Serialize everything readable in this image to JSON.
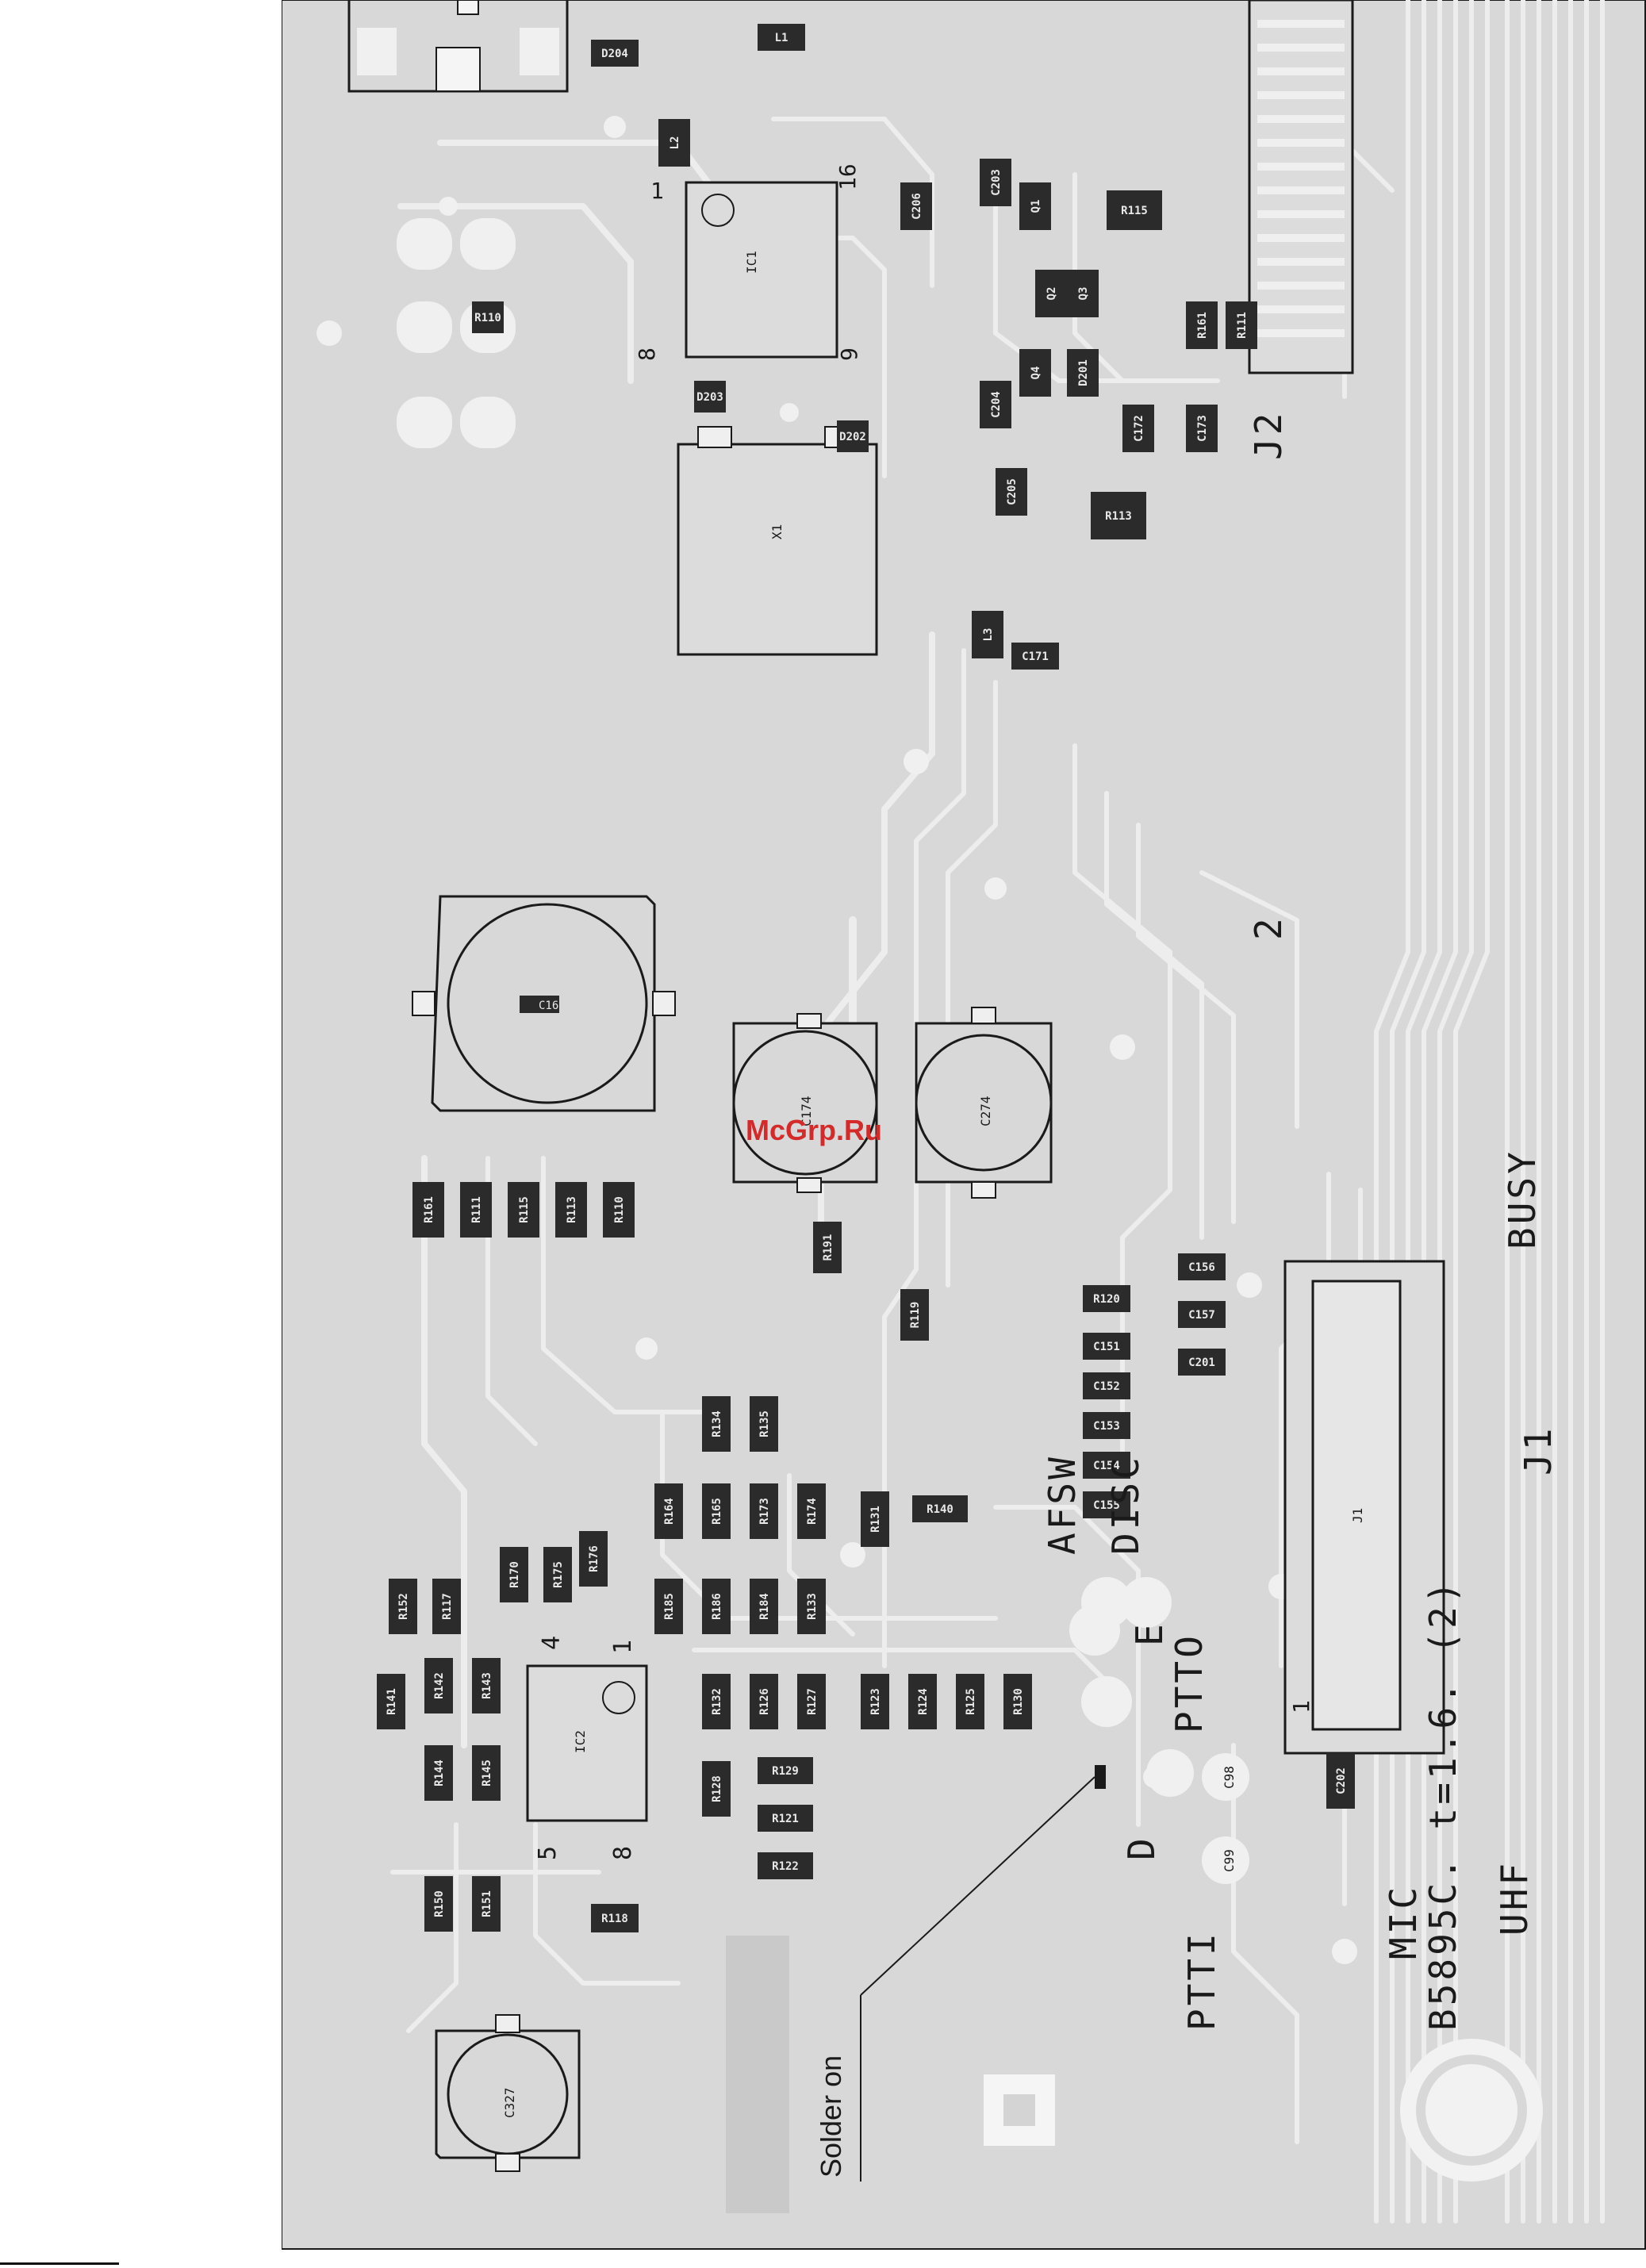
{
  "board": {
    "label_vertical": "B5895C. t=1.6. (2)",
    "uhf": "UHF",
    "mic": "MIC",
    "ptti": "PTTI",
    "ptto": "PTTO",
    "disc": "DISC",
    "afsw": "AFSW",
    "busy": "BUSY",
    "d": "D",
    "e": "E",
    "j1": "J1",
    "j2": "J2",
    "two": "2",
    "solder_on": "Solder on",
    "ic1_pin1": "1",
    "ic1_pin16": "16",
    "ic1_pin8": "8",
    "ic1_pin9": "9",
    "ic2_pin4": "4",
    "ic2_pin1": "1",
    "ic2_pin5": "5",
    "ic2_pin8": "8",
    "j1_pin1": "1"
  },
  "components": {
    "ic1": "IC1",
    "ic2": "IC2",
    "x1": "X1",
    "j1_inner": "J1",
    "c174": "C174",
    "c274": "C274",
    "c327": "C327",
    "c16": "C16",
    "c98": "C98",
    "c99": "C99"
  },
  "smd_parts": [
    "R161",
    "R111",
    "R115",
    "R113",
    "R110",
    "R191",
    "R170",
    "R175",
    "R176",
    "R164",
    "R165",
    "R173",
    "R174",
    "R185",
    "R186",
    "R184",
    "R133",
    "R134",
    "R135",
    "R132",
    "R126",
    "R127",
    "R128",
    "R129",
    "R121",
    "R122",
    "R123",
    "R124",
    "R125",
    "R130",
    "R131",
    "R140",
    "R141",
    "R142",
    "R143",
    "R144",
    "R145",
    "R150",
    "R151",
    "R152",
    "R117",
    "R118",
    "R119",
    "R120",
    "C151",
    "C152",
    "C153",
    "C154",
    "C155",
    "C156",
    "C157",
    "C201",
    "C202",
    "C203",
    "C204",
    "C205",
    "C206",
    "Q1",
    "Q2",
    "Q3",
    "Q4",
    "D201",
    "D202",
    "D203",
    "D204",
    "L1",
    "L2",
    "L3",
    "C171",
    "C172",
    "C173"
  ],
  "watermark": "McGrp.Ru"
}
